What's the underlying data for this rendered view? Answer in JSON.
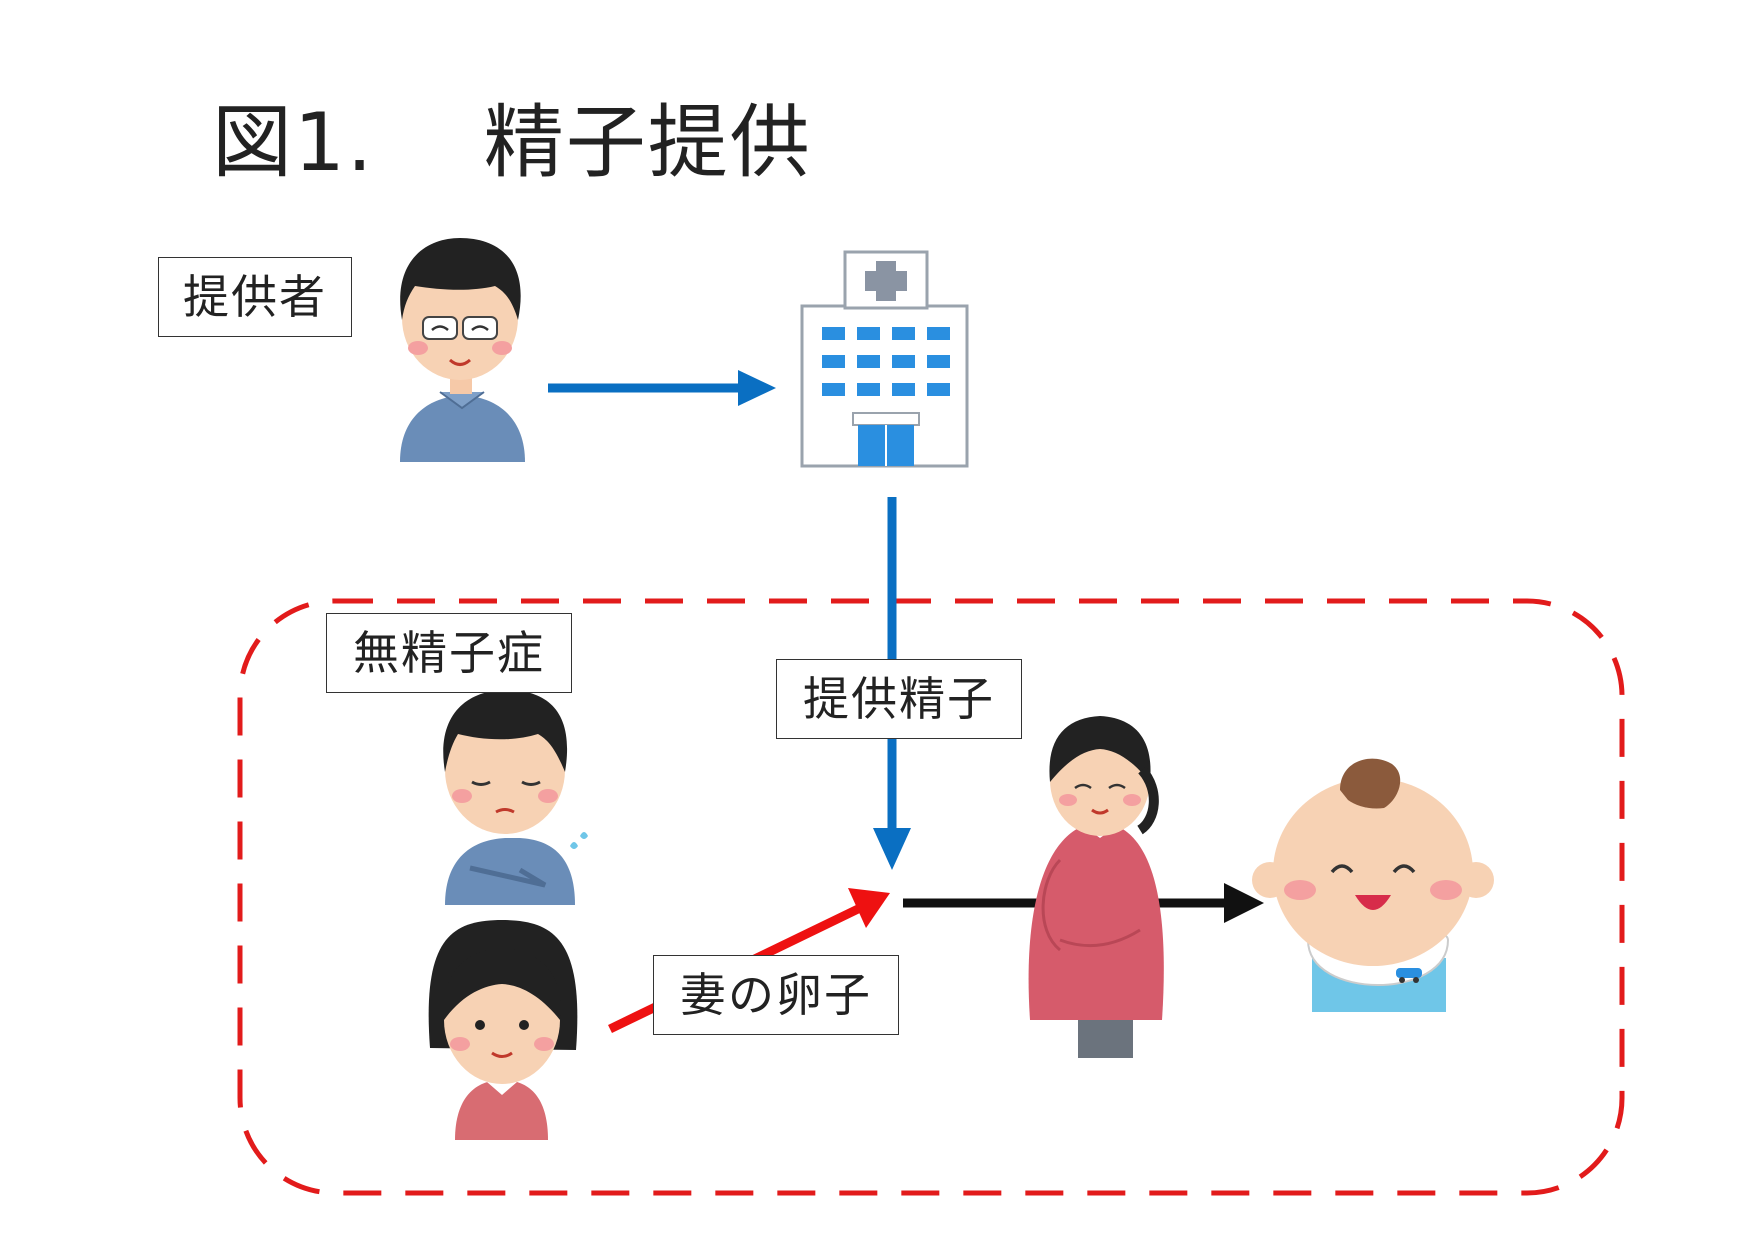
{
  "title": "図1.　 精子提供",
  "labels": {
    "donor": "提供者",
    "azoospermia": "無精子症",
    "donated_sperm": "提供精子",
    "wife_egg": "妻の卵子"
  },
  "colors": {
    "blue_arrow": "#0a6fc2",
    "red_arrow": "#ee1111",
    "black_arrow": "#111111",
    "dashed_frame": "#e21b1b"
  },
  "icons": [
    "donor-man-icon",
    "hospital-icon",
    "worried-husband-icon",
    "wife-icon",
    "pregnant-woman-icon",
    "baby-icon"
  ]
}
